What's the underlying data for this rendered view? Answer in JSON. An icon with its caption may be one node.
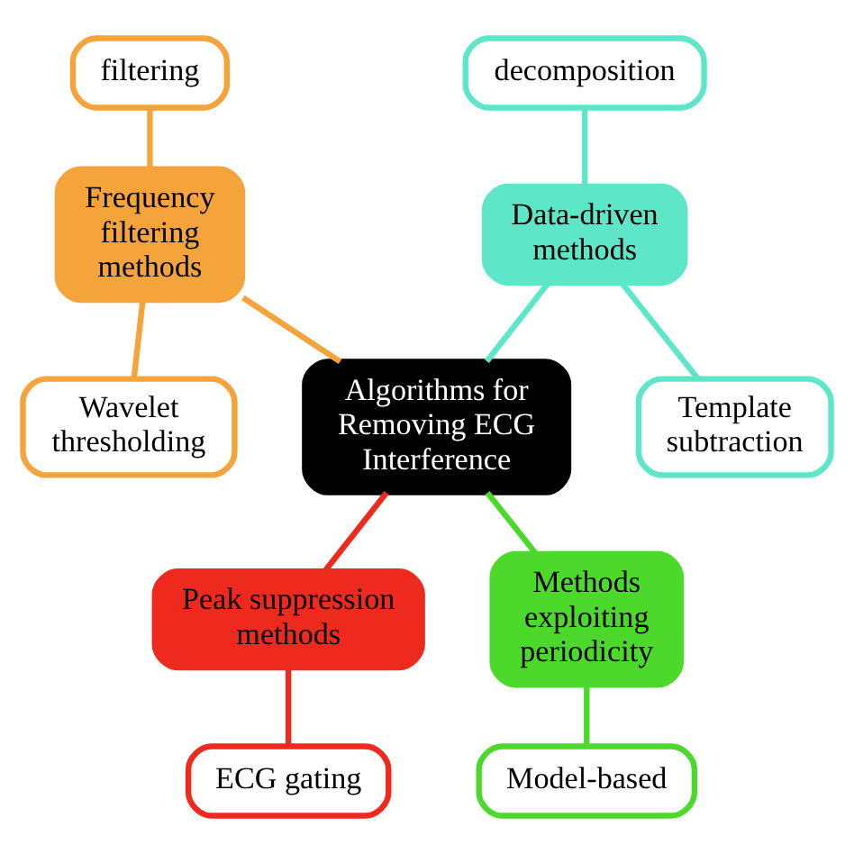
{
  "diagram": {
    "nodes": [
      {
        "text": [
          "filtering"
        ]
      },
      {
        "text": [
          "decomposition"
        ]
      },
      {
        "text": [
          "Frequency filtering methods"
        ]
      },
      {
        "text": [
          "Data-driven methods"
        ]
      },
      {
        "text": [
          "Wavelet thresholding"
        ]
      },
      {
        "text": [
          "Algorithms for Removing ECG Interference"
        ]
      },
      {
        "text": [
          "Template subtraction"
        ]
      },
      {
        "text": [
          "Peak suppression methods"
        ]
      },
      {
        "text": [
          "Methods exploiting periodicity"
        ]
      },
      {
        "text": [
          "ECG gating"
        ]
      },
      {
        "text": [
          "Model-based"
        ]
      }
    ],
    "edges": [
      {
        "from": 0,
        "to": 2,
        "arrow": "none",
        "color": "#f5a43c"
      },
      {
        "from": 1,
        "to": 3,
        "arrow": "none",
        "color": "#5ee6c8"
      },
      {
        "from": 2,
        "to": 5,
        "arrow": "none",
        "color": "#f5a43c"
      },
      {
        "from": 3,
        "to": 5,
        "arrow": "none",
        "color": "#5ee6c8"
      },
      {
        "from": 2,
        "to": 4,
        "arrow": "none",
        "color": "#f5a43c"
      },
      {
        "from": 3,
        "to": 6,
        "arrow": "none",
        "color": "#5ee6c8"
      },
      {
        "from": 5,
        "to": 7,
        "arrow": "none",
        "color": "#ee2a1e"
      },
      {
        "from": 5,
        "to": 8,
        "arrow": "none",
        "color": "#4cd92c"
      },
      {
        "from": 7,
        "to": 9,
        "arrow": "none",
        "color": "#ee2a1e"
      },
      {
        "from": 8,
        "to": 10,
        "arrow": "none",
        "color": "#4cd92c"
      }
    ]
  }
}
